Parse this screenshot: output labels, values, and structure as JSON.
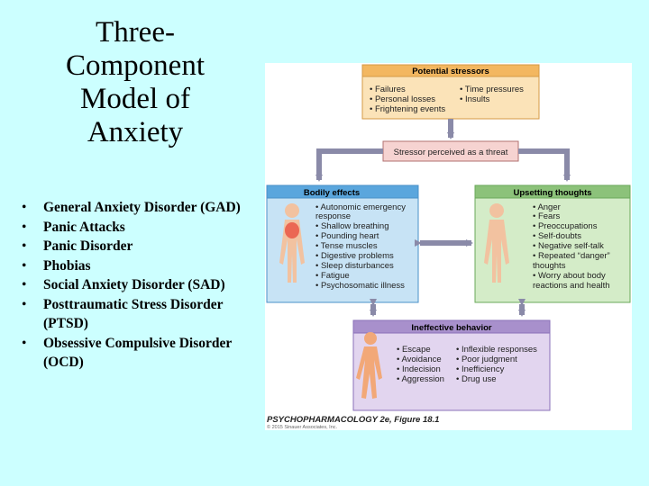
{
  "slide": {
    "title_lines": [
      "Three-",
      "Component",
      "Model of",
      "Anxiety"
    ],
    "bullets": [
      "General Anxiety Disorder (GAD)",
      "Panic Attacks",
      "Panic Disorder",
      "Phobias",
      "Social Anxiety Disorder (SAD)",
      "Posttraumatic Stress Disorder (PTSD)",
      "Obsessive Compulsive Disorder (OCD)"
    ]
  },
  "figure": {
    "stressors": {
      "title": "Potential stressors",
      "left_items": [
        "• Failures",
        "• Personal losses",
        "• Frightening events"
      ],
      "right_items": [
        "• Time pressures",
        "• Insults"
      ]
    },
    "threat": {
      "label": "Stressor perceived as a threat"
    },
    "bodily": {
      "title": "Bodily effects",
      "items": [
        "• Autonomic emergency",
        "   response",
        "• Shallow breathing",
        "• Pounding heart",
        "• Tense muscles",
        "• Digestive problems",
        "• Sleep disturbances",
        "• Fatigue",
        "• Psychosomatic illness"
      ]
    },
    "thoughts": {
      "title": "Upsetting thoughts",
      "items": [
        "• Anger",
        "• Fears",
        "• Preoccupations",
        "• Self-doubts",
        "• Negative self-talk",
        "• Repeated “danger”",
        "   thoughts",
        "• Worry about body",
        "   reactions and health"
      ]
    },
    "behavior": {
      "title": "Ineffective behavior",
      "left_items": [
        "• Escape",
        "• Avoidance",
        "• Indecision",
        "• Aggression"
      ],
      "right_items": [
        "• Inflexible responses",
        "• Poor judgment",
        "• Inefficiency",
        "• Drug use"
      ]
    },
    "caption": {
      "main": "PSYCHOPHARMACOLOGY 2e, Figure 18.1",
      "sub": "© 2015 Sinauer Associates, Inc."
    },
    "colors": {
      "stressors_fill": "#fbe3b8",
      "stressors_header": "#f3b760",
      "threat_fill": "#f6d3d1",
      "bodily_fill": "#c7e3f5",
      "bodily_header": "#5aa6dd",
      "thoughts_fill": "#d4ecc8",
      "thoughts_header": "#8cc27a",
      "behavior_fill": "#e2d5ef",
      "behavior_header": "#a890cc",
      "arrow": "#8a8aa8"
    }
  }
}
